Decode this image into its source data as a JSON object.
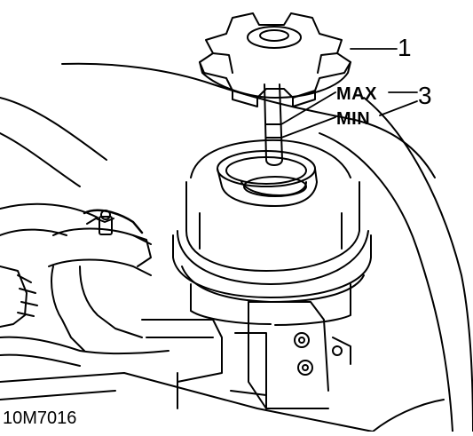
{
  "callouts": {
    "cap_number": "1",
    "level_number": "3",
    "max_label": "MAX",
    "min_label": "MIN"
  },
  "figure": {
    "reference": "10M7016"
  },
  "colors": {
    "line": "#000000",
    "background": "#ffffff"
  }
}
